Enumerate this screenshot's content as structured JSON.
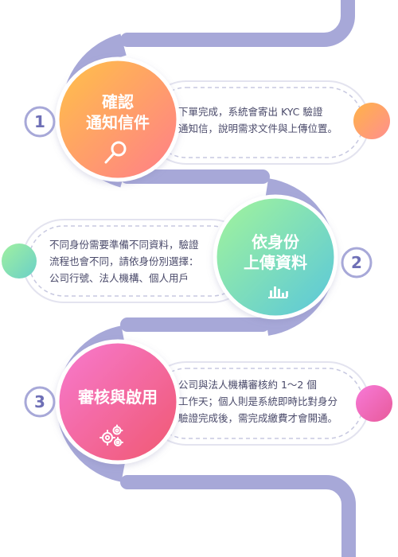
{
  "colors": {
    "track": "#a7a8d8",
    "bubble_border": "#dcdcec",
    "text": "#4a4a6a",
    "number": "#6e6fb6"
  },
  "steps": [
    {
      "number": "1",
      "title_line1": "確認",
      "title_line2": "通知信件",
      "description": "下單完成，系統會寄出 KYC 驗證\n通知信，說明需求文件與上傳位置。",
      "icon": "magnifier-icon",
      "gradient": [
        "#ffb34a",
        "#ff8a80"
      ]
    },
    {
      "number": "2",
      "title_line1": "依身份",
      "title_line2": "上傳資料",
      "description": "不同身份需要準備不同資料，驗證\n流程也會不同，請依身份別選擇：\n公司行號、法人機構、個人用戶",
      "icon": "bar-chart-icon",
      "gradient": [
        "#8ff0a8",
        "#5fc8d8"
      ]
    },
    {
      "number": "3",
      "title_line1": "審核與啟用",
      "description": "公司與法人機構審核約 1～2 個\n工作天；個人則是系統即時比對身分\n驗證完成後，需完成繳費才會開通。",
      "icon": "gears-icon",
      "gradient": [
        "#f070c0",
        "#f0607a"
      ]
    }
  ]
}
